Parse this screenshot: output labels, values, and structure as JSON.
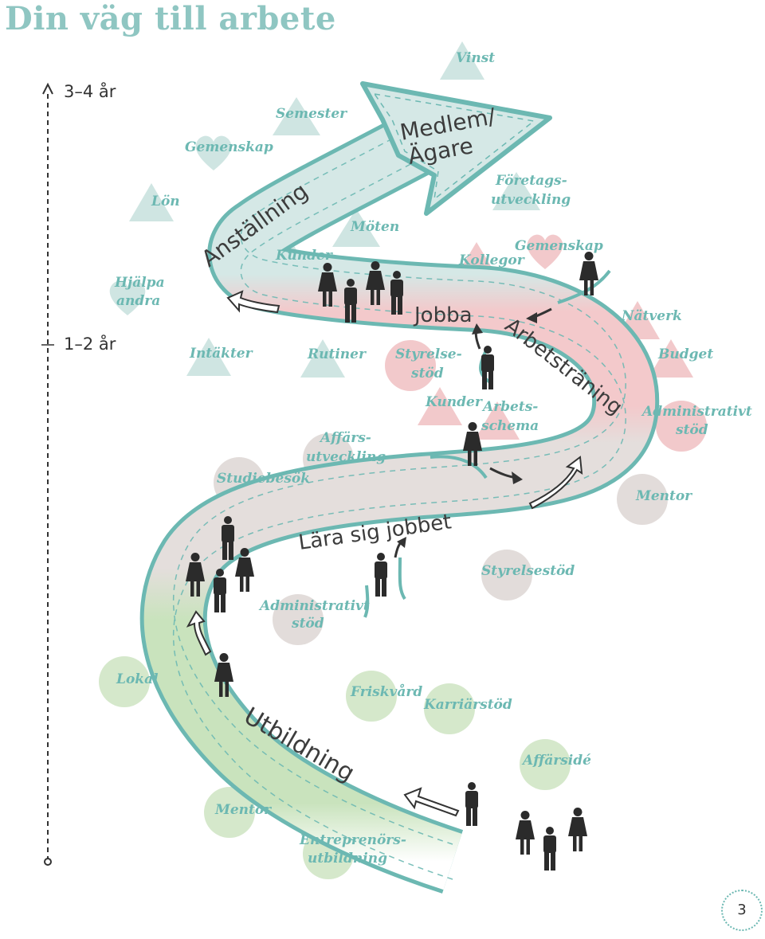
{
  "title": "Din väg till arbete",
  "timeline": {
    "top_label": "3–4 år",
    "mid_label": "1–2 år"
  },
  "stages": {
    "utbildning": "Utbildning",
    "lara_sig_jobbet": "Lära sig jobbet",
    "arbetstraning": "Arbetsträning",
    "jobba": "Jobba",
    "anstallning": "Anställning",
    "medlem_line1": "Medlem/",
    "medlem_line2": "Ägare"
  },
  "labels": {
    "vinst": "Vinst",
    "semester": "Semester",
    "gemenskap_top": "Gemenskap",
    "lon": "Lön",
    "hjalpa_andra_1": "Hjälpa",
    "hjalpa_andra_2": "andra",
    "intakter": "Intäkter",
    "kunder_top": "Kunder",
    "moten": "Möten",
    "rutiner": "Rutiner",
    "foretags_1": "Företags-",
    "foretags_2": "utveckling",
    "kollegor": "Kollegor",
    "gemenskap_right": "Gemenskap",
    "natverk": "Nätverk",
    "budget": "Budget",
    "admin_right_1": "Administrativt",
    "admin_right_2": "stöd",
    "styrelse_1": "Styrelse-",
    "styrelse_2": "stöd",
    "kunder_mid": "Kunder",
    "arbets_1": "Arbets-",
    "arbets_2": "schema",
    "affars_1": "Affärs-",
    "affars_2": "utveckling",
    "studiebesok": "Studiebesök",
    "mentor_right": "Mentor",
    "styrelsestod": "Styrelsestöd",
    "admin_left_1": "Administrativt",
    "admin_left_2": "stöd",
    "lokal": "Lokal",
    "friskvard": "Friskvård",
    "karriarstod": "Karriärstöd",
    "affaraside": "Affärsidé",
    "mentor_bottom": "Mentor",
    "entre_1": "Entreprenörs-",
    "entre_2": "utbildning"
  },
  "colors": {
    "teal": "#6cb8b2",
    "road_green": "#c9e3bd",
    "road_grey": "#e4dedc",
    "road_pink": "#f3c9cb",
    "road_blue": "#d5e8e6",
    "circle_grey": "#e2dcda",
    "circle_green": "#d5e8cb",
    "shape_pink": "#f2c9cb",
    "shape_blue": "#cfe5e2",
    "person": "#2b2b2b"
  },
  "page_number": "3"
}
